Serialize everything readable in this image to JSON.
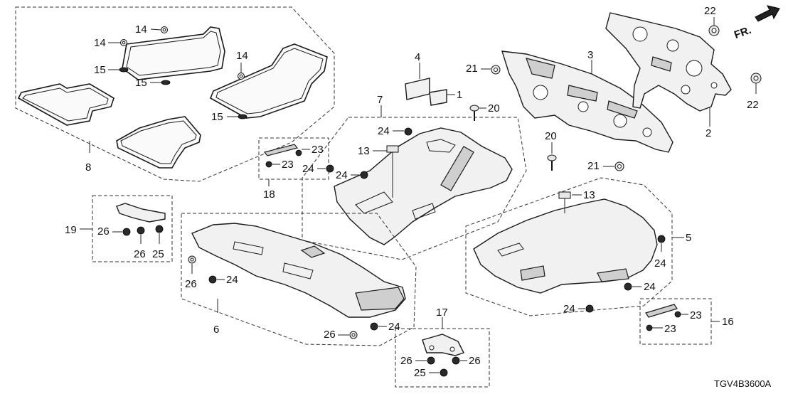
{
  "diagram_code": "TGV4B3600A",
  "direction_label": "FR.",
  "callouts": {
    "c1": "1",
    "c2": "2",
    "c3": "3",
    "c4": "4",
    "c5": "5",
    "c6": "6",
    "c7": "7",
    "c8": "8",
    "c13": "13",
    "c14": "14",
    "c15": "15",
    "c16": "16",
    "c17": "17",
    "c18": "18",
    "c19": "19",
    "c20": "20",
    "c21": "21",
    "c22": "22",
    "c23": "23",
    "c24": "24",
    "c25": "25",
    "c26": "26"
  }
}
